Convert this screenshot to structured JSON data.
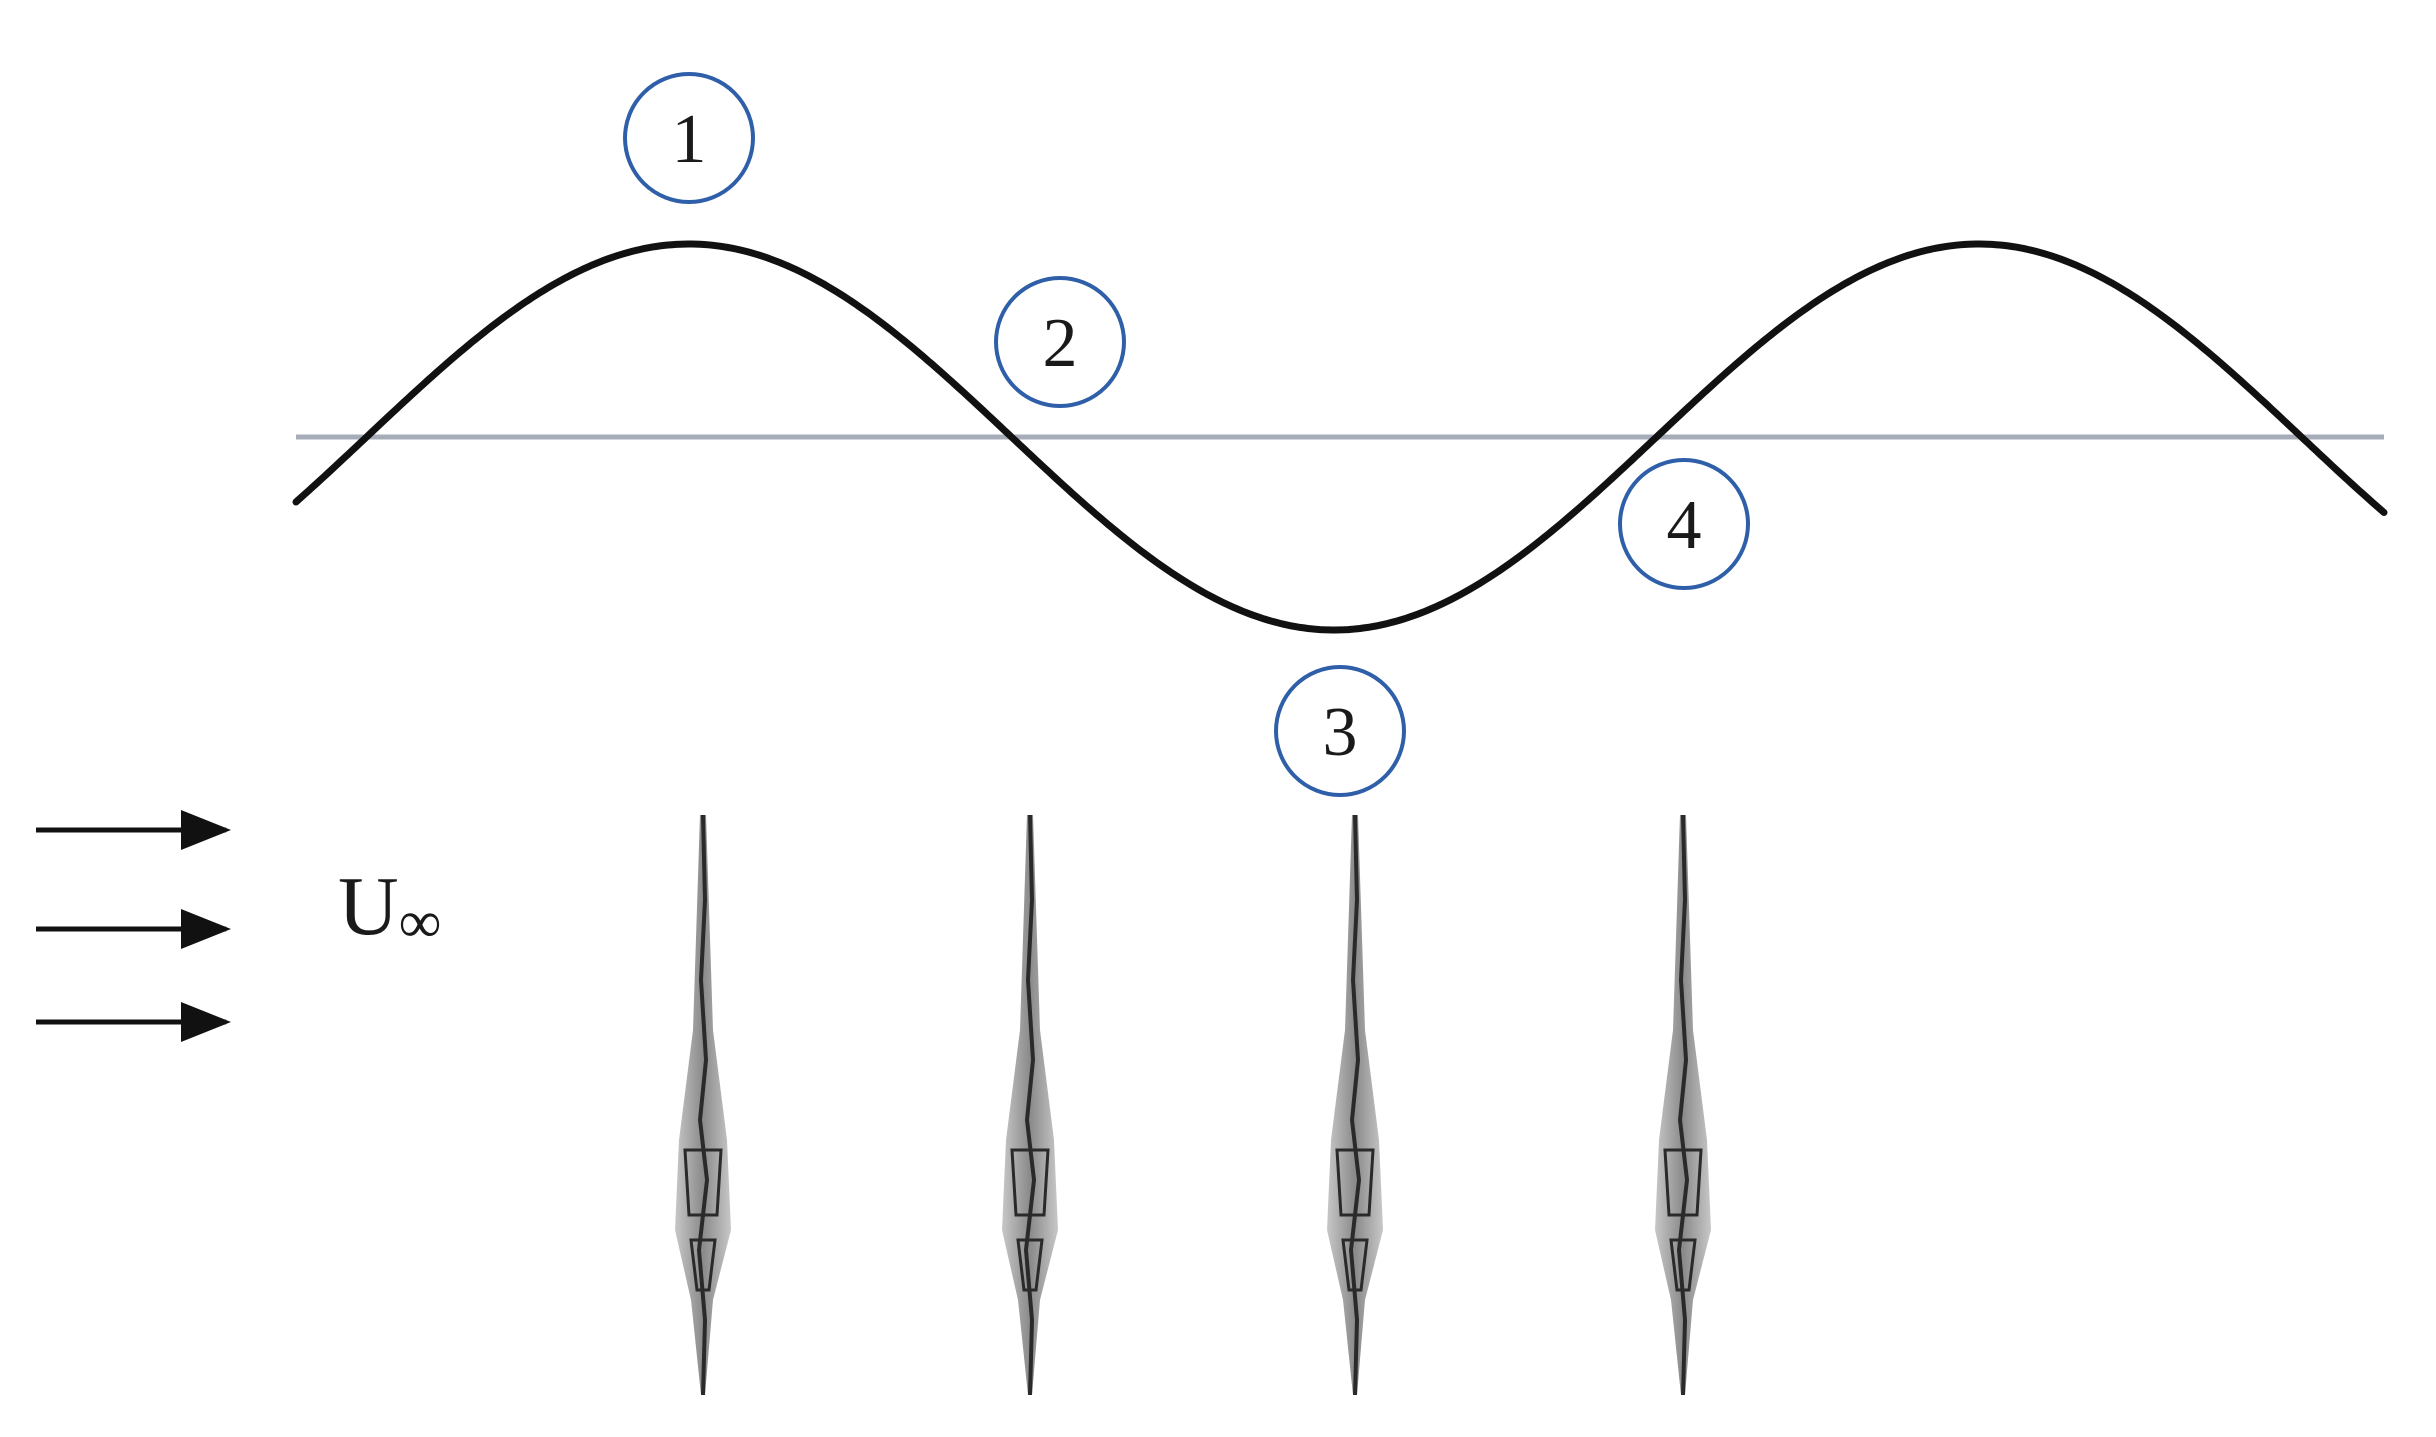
{
  "colors": {
    "wave": "#111111",
    "baseline": "#a7adb8",
    "marker_ring": "#2f5fa8",
    "arrow": "#111111",
    "blade": "#2a2a2a"
  },
  "phase_markers": [
    {
      "label": "1"
    },
    {
      "label": "2"
    },
    {
      "label": "3"
    },
    {
      "label": "4"
    }
  ],
  "flow": {
    "symbol": "U",
    "subscript": "∞",
    "arrow_count": 3
  },
  "blade_count": 4
}
